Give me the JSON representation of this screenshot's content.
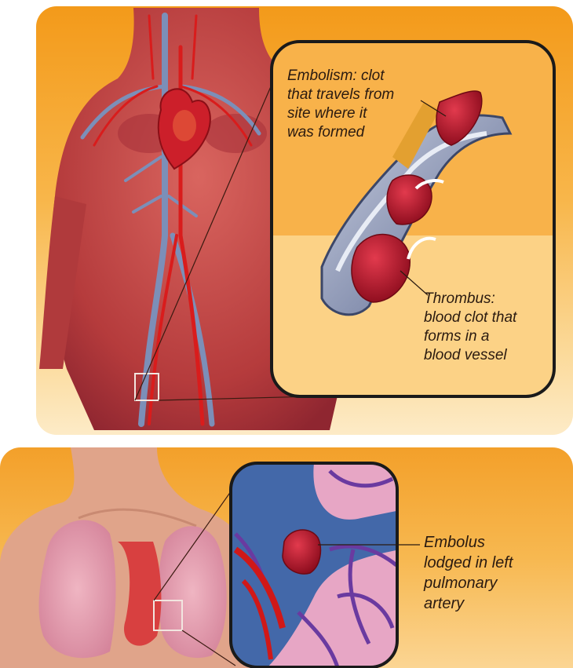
{
  "labels": {
    "embolism": "Embolism: clot\nthat travels from\nsite where it\nwas formed",
    "thrombus": "Thrombus:\nblood clot that\nforms in a\nblood vessel",
    "embolus": "Embolus\nlodged in left\npulmonary\nartery"
  },
  "colors": {
    "background_orange": "#f5a623",
    "skin": "#c0443f",
    "vein": "#7c8fb8",
    "artery": "#d91c1c",
    "clot": "#b5102a",
    "lung": "#e7a6c5"
  }
}
